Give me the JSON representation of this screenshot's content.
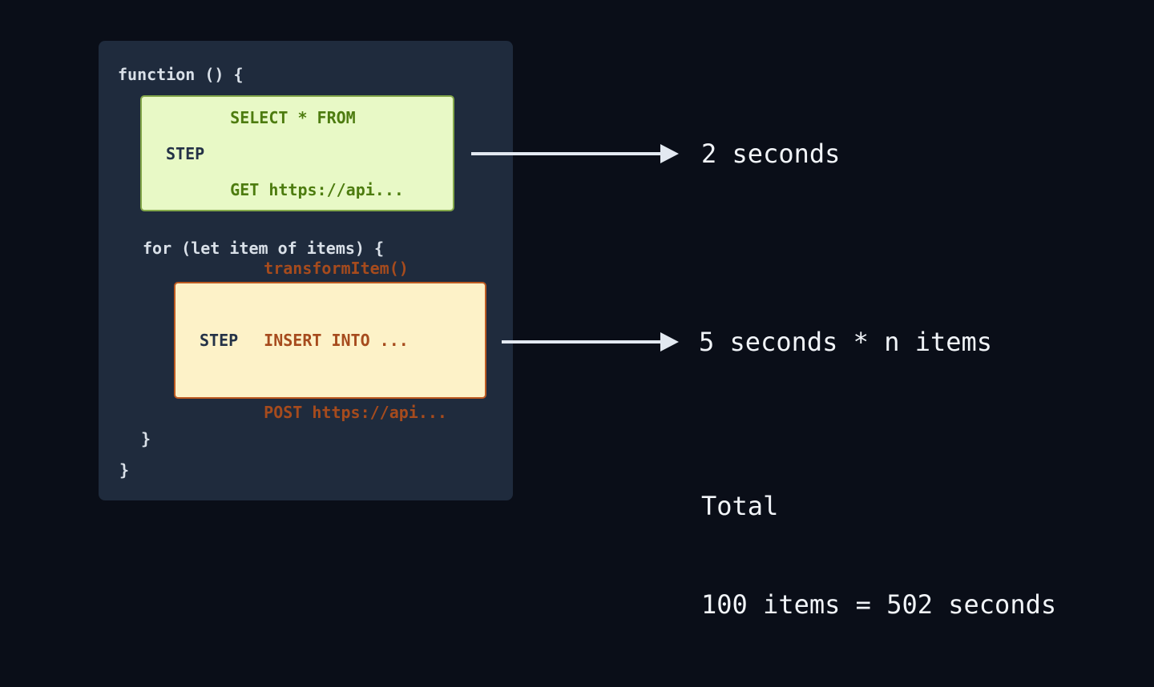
{
  "colors": {
    "background": "#0a0e18",
    "panel": "#1f2b3d",
    "code_text": "#d9e0e8",
    "step1_bg": "#e8f9c6",
    "step1_border": "#83a74a",
    "step1_text": "#4d7c0f",
    "step2_bg": "#fdf2c8",
    "step2_border": "#bc5a21",
    "step2_text": "#a64b1d",
    "step_label_text": "#243247",
    "arrow": "#e3e9f1",
    "annotation_text": "#f1f4f8"
  },
  "panel": {
    "code": {
      "function_open": "function () {",
      "for_open": "for (let item of items) {",
      "for_close": "}",
      "function_close": "}"
    },
    "step1": {
      "label": "STEP",
      "lines": [
        "SELECT * FROM",
        "GET https://api..."
      ]
    },
    "step2": {
      "label": "STEP",
      "lines": [
        "transformItem()",
        "INSERT INTO ...",
        "POST https://api..."
      ]
    }
  },
  "annotations": {
    "step1_duration": "2 seconds",
    "step2_duration": "5 seconds * n items",
    "total_label": "Total",
    "total_value": "100 items = 502 seconds"
  }
}
